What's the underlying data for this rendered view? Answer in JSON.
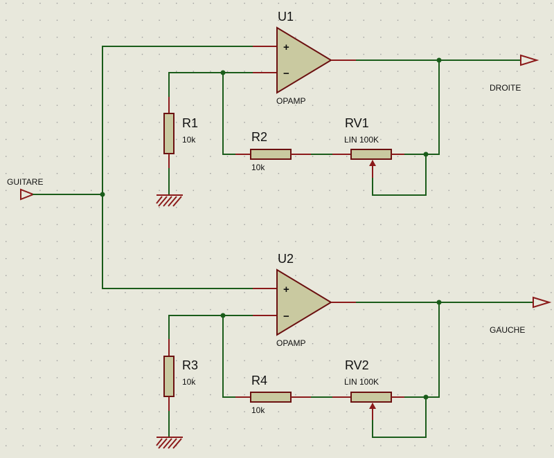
{
  "components": {
    "u1": {
      "ref": "U1",
      "value": "OPAMP"
    },
    "u2": {
      "ref": "U2",
      "value": "OPAMP"
    },
    "r1": {
      "ref": "R1",
      "value": "10k"
    },
    "r2": {
      "ref": "R2",
      "value": "10k"
    },
    "r3": {
      "ref": "R3",
      "value": "10k"
    },
    "r4": {
      "ref": "R4",
      "value": "10k"
    },
    "rv1": {
      "ref": "RV1",
      "value": "LIN 100K"
    },
    "rv2": {
      "ref": "RV2",
      "value": "LIN 100K"
    }
  },
  "terminals": {
    "input": "GUITARE",
    "out_right": "DROITE",
    "out_left": "GAUCHE"
  },
  "opamp_pins": {
    "plus": "+",
    "minus": "−"
  },
  "colors": {
    "background": "#e8e8dc",
    "grid_dot": "#9a9a9a",
    "wire": "#1a5c1a",
    "pin": "#8b1a1a",
    "body_outline": "#6b1010",
    "body_fill": "#c9c9a0"
  }
}
